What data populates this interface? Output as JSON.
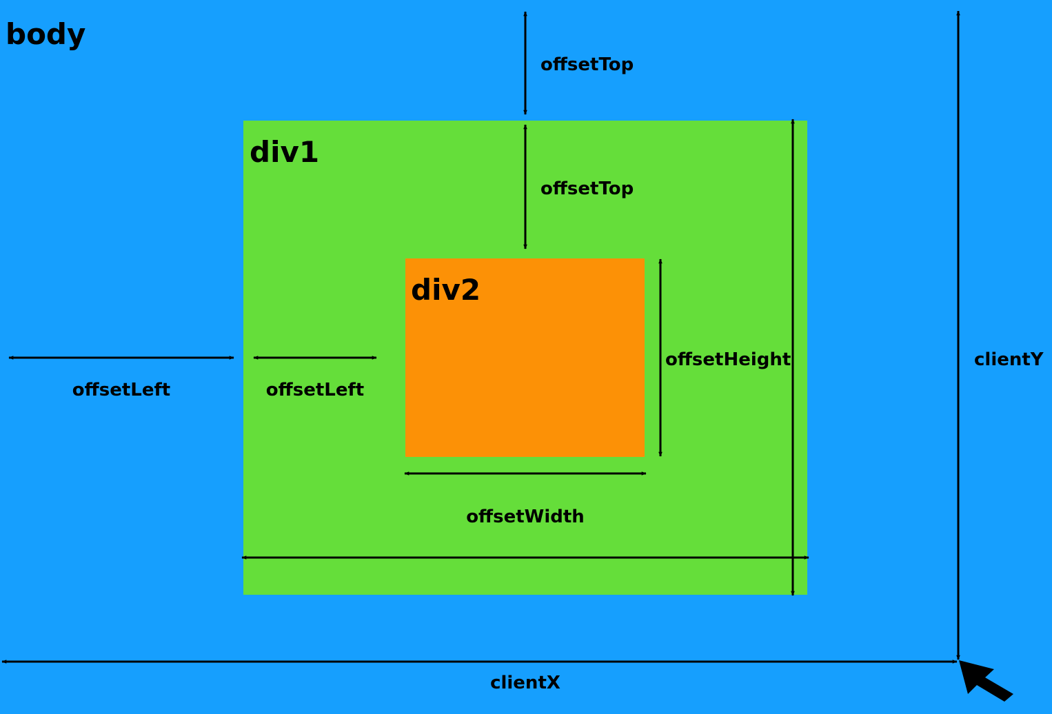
{
  "colors": {
    "body": "#169ffe",
    "div1": "#65de3a",
    "div2": "#fc9106",
    "ink": "#000000"
  },
  "boxes": {
    "body": "body",
    "div1": "div1",
    "div2": "div2"
  },
  "labels": {
    "body_offset_top": "offsetTop",
    "div1_offset_top": "offsetTop",
    "body_offset_left": "offsetLeft",
    "div1_offset_left": "offsetLeft",
    "div2_offset_height": "offsetHeight",
    "div2_offset_width": "offsetWidth",
    "client_y": "clientY",
    "client_x": "clientX"
  },
  "icons": {
    "pointer": "mouse-cursor-icon"
  }
}
